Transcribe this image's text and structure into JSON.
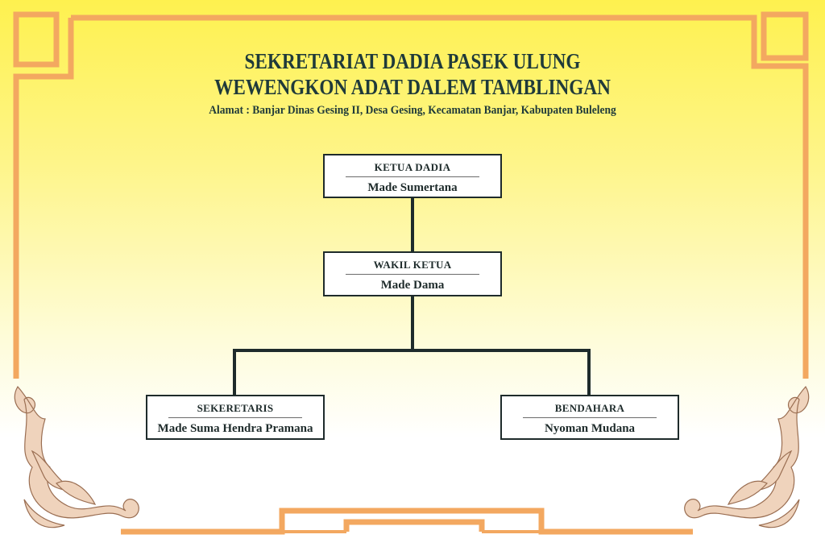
{
  "header": {
    "title_line1": "SEKRETARIAT DADIA PASEK ULUNG",
    "title_line2": "WEWENGKON ADAT DALEM TAMBLINGAN",
    "address": "Alamat : Banjar Dinas Gesing II, Desa Gesing, Kecamatan Banjar, Kabupaten Buleleng"
  },
  "org": {
    "ketua": {
      "role": "KETUA DADIA",
      "name": "Made Sumertana"
    },
    "wakil": {
      "role": "WAKIL KETUA",
      "name": "Made Dama"
    },
    "sekretaris": {
      "role": "SEKERETARIS",
      "name": "Made Suma Hendra Pramana"
    },
    "bendahara": {
      "role": "BENDAHARA",
      "name": "Nyoman Mudana"
    }
  },
  "colors": {
    "frame": "#f3a860",
    "text": "#1f3a3a",
    "box_border": "#1e2b2b",
    "ornament": "#e8c2a4",
    "background_top": "#fef14f",
    "background_bottom": "#ffffff"
  }
}
